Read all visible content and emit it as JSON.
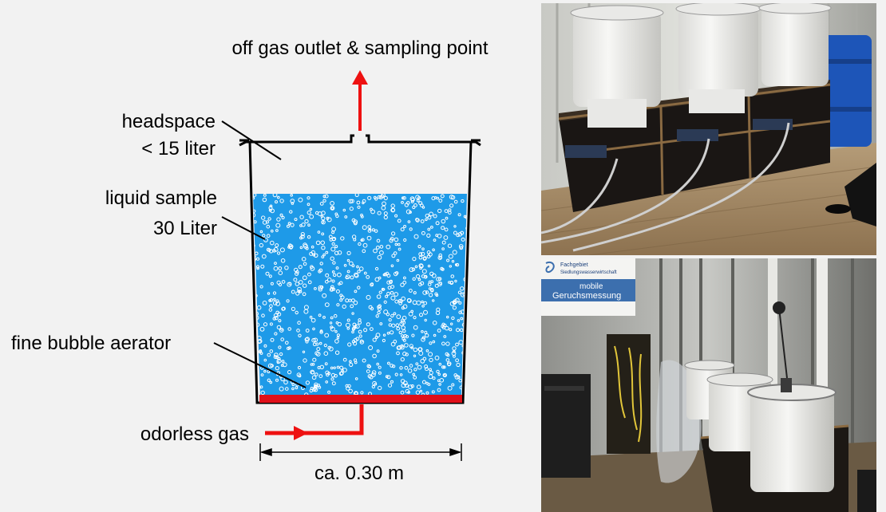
{
  "diagram": {
    "labels": {
      "outlet": "off gas outlet & sampling point",
      "headspace_1": "headspace",
      "headspace_2": "< 15 liter",
      "liquid_1": "liquid sample",
      "liquid_2": "30 Liter",
      "aerator": "fine bubble aerator",
      "gas_in": "odorless gas",
      "width": "ca. 0.30 m"
    },
    "colors": {
      "liquid": "#1e9ae8",
      "arrow": "#ee1111",
      "aerator": "#e0101a",
      "vessel": "#000000"
    }
  },
  "photos": {
    "bottom_sign": {
      "line_1": "Fachgebiet",
      "line_2": "Siedlungswasserwirtschaft",
      "line_3": "mobile",
      "line_4": "Geruchsmessung"
    }
  }
}
